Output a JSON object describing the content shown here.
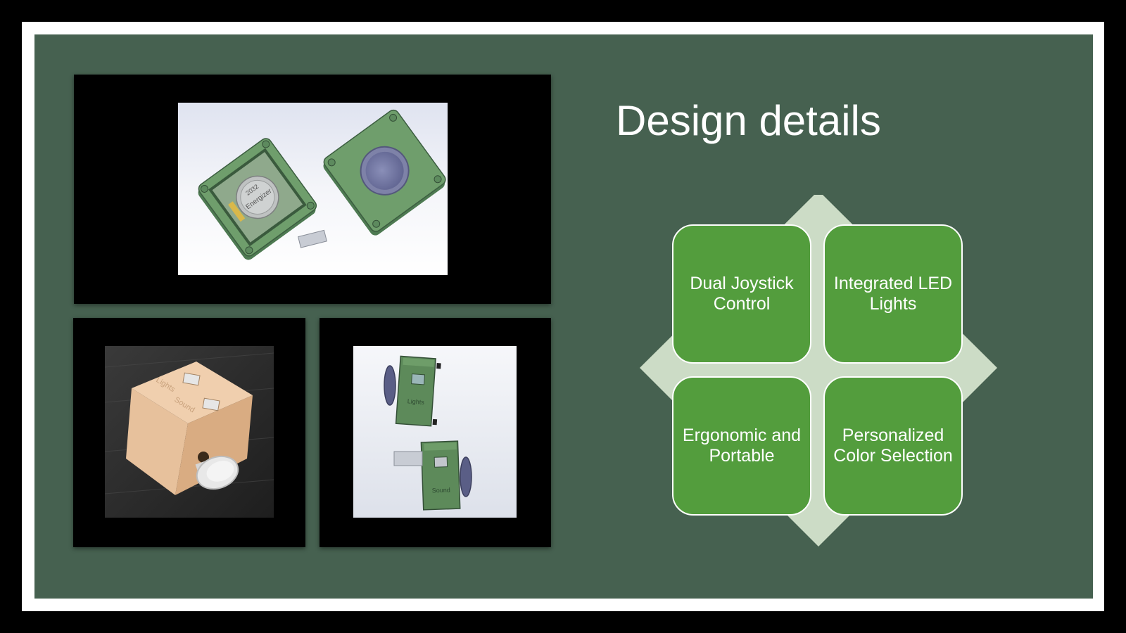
{
  "slide": {
    "title": "Design details",
    "colors": {
      "background": "#466150",
      "frame": "#ffffff",
      "tile": "#539d3d",
      "diamond": "#ccdcc6"
    }
  },
  "features": [
    {
      "label": "Dual Joystick Control"
    },
    {
      "label": "Integrated LED Lights"
    },
    {
      "label": "Ergonomic and Portable"
    },
    {
      "label": "Personalized Color Selection"
    }
  ],
  "images": {
    "cad_render_top": {
      "battery_brand": "Energizer",
      "battery_model": "2032"
    },
    "photo_cube": {
      "emboss_1": "Lights",
      "emboss_2": "Sound"
    },
    "cad_render_exploded": {
      "label_1": "Lights",
      "label_2": "Sound"
    }
  }
}
